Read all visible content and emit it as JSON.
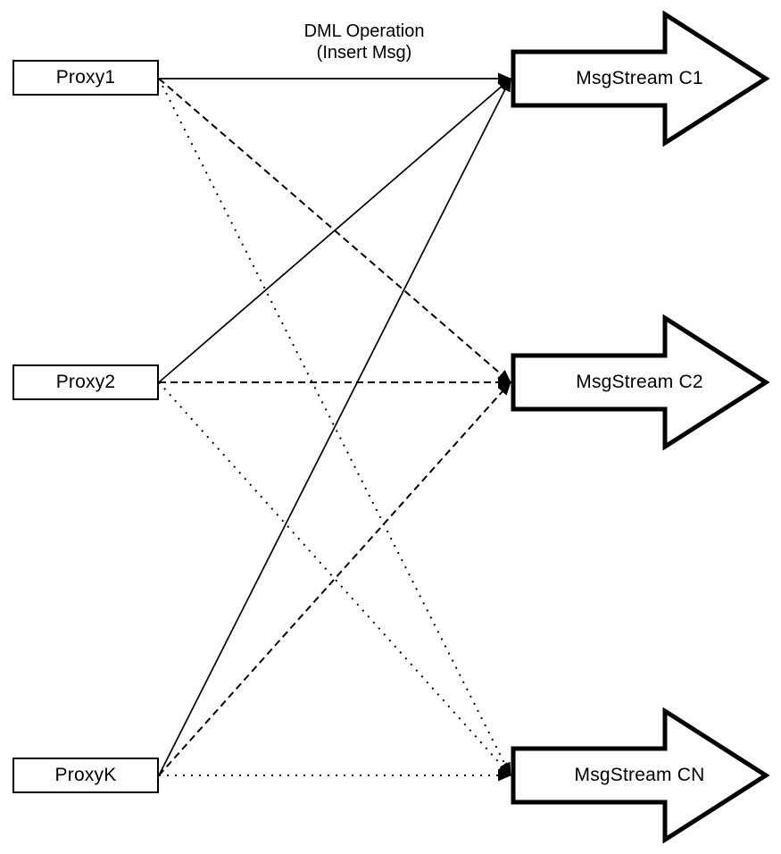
{
  "diagram": {
    "title_annotation": {
      "line1": "DML Operation",
      "line2": "(Insert Msg)"
    },
    "proxies": [
      {
        "id": "proxy1",
        "label": "Proxy1"
      },
      {
        "id": "proxy2",
        "label": "Proxy2"
      },
      {
        "id": "proxyk",
        "label": "ProxyK"
      }
    ],
    "streams": [
      {
        "id": "c1",
        "label": "MsgStream C1"
      },
      {
        "id": "c2",
        "label": "MsgStream C2"
      },
      {
        "id": "cn",
        "label": "MsgStream CN"
      }
    ],
    "connections": [
      {
        "from": "proxy1",
        "to": "c1",
        "style": "solid"
      },
      {
        "from": "proxy1",
        "to": "c2",
        "style": "dashed"
      },
      {
        "from": "proxy1",
        "to": "cn",
        "style": "dotted"
      },
      {
        "from": "proxy2",
        "to": "c1",
        "style": "solid"
      },
      {
        "from": "proxy2",
        "to": "c2",
        "style": "dashed"
      },
      {
        "from": "proxy2",
        "to": "cn",
        "style": "dotted"
      },
      {
        "from": "proxyk",
        "to": "c1",
        "style": "solid"
      },
      {
        "from": "proxyk",
        "to": "c2",
        "style": "dashed"
      },
      {
        "from": "proxyk",
        "to": "cn",
        "style": "dotted"
      }
    ],
    "colors": {
      "stroke": "#000000",
      "shape_fill": "#ffffff",
      "background": "#ffffff"
    }
  }
}
